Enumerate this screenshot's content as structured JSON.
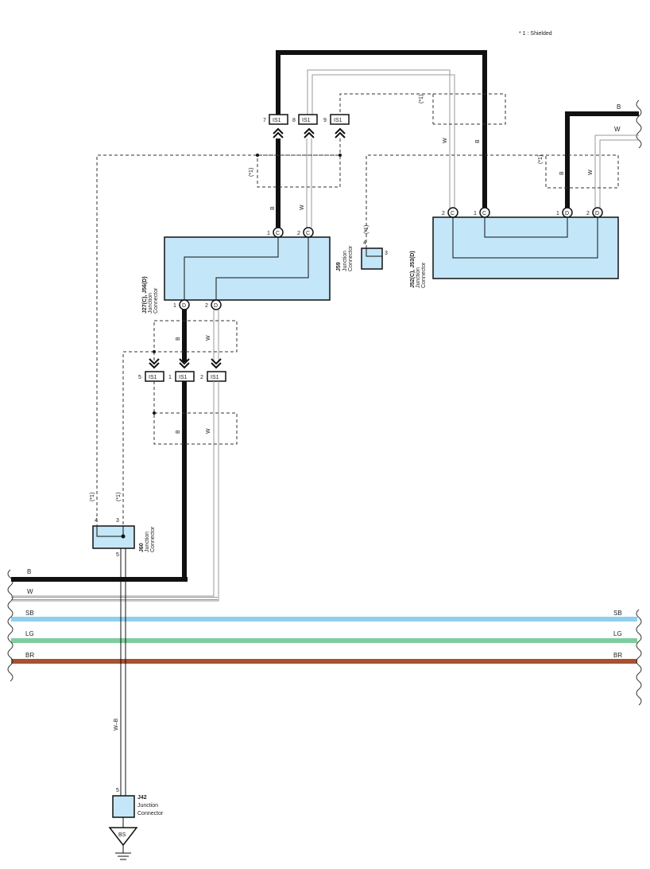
{
  "legend": {
    "note": "* 1 : Shielded"
  },
  "shield_tag": "(*1)",
  "connectors": {
    "is1": "IS1",
    "cavity_c": "C",
    "cavity_d": "D"
  },
  "pins": {
    "p1": "1",
    "p2": "2",
    "p3": "3",
    "p4": "4",
    "p5": "5",
    "p7": "7",
    "p8": "8",
    "p9": "9"
  },
  "wires": {
    "b": "B",
    "w": "W",
    "sb": "SB",
    "lg": "LG",
    "br": "BR",
    "w_b": "W–B"
  },
  "wire_colors": {
    "b": "#111111",
    "w": "#9a9a9a",
    "sb": "#8ed0ef",
    "lg": "#7fcd9e",
    "br": "#a85030"
  },
  "box_fill": "#c3e6f8",
  "junctions": {
    "j27": {
      "id": "J27(C), J56(D)",
      "l1": "Junction",
      "l2": "Connector"
    },
    "j59": {
      "id": "J59",
      "l1": "Junction",
      "l2": "Connector"
    },
    "j52": {
      "id": "J52(C), J53(D)",
      "l1": "Junction",
      "l2": "Connector"
    },
    "j60": {
      "id": "J60",
      "l1": "Junction",
      "l2": "Connector"
    },
    "j42": {
      "id": "J42",
      "l1": "Junction",
      "l2": "Connector"
    }
  },
  "ground": {
    "label": "BS"
  }
}
